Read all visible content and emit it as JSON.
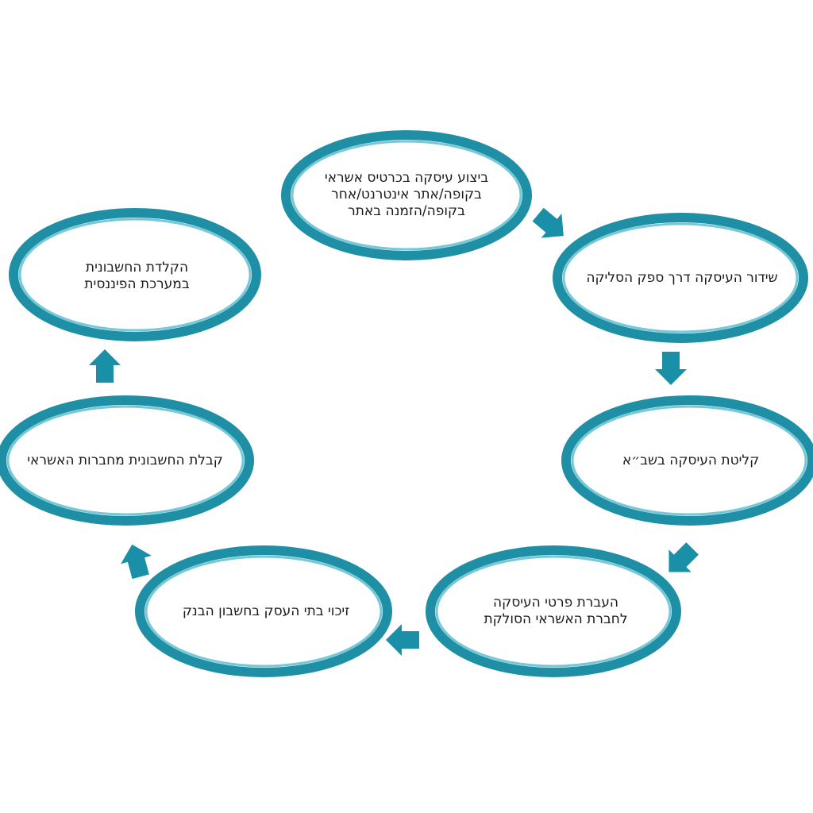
{
  "colors": {
    "ring_outer": "#1f8fa5",
    "ring_inner": "#3bb0c6",
    "arrow": "#1a8fa8",
    "fill": "#ffffff",
    "text": "#1a1a1a"
  },
  "nodes": [
    {
      "id": "step-1",
      "lines": [
        "ביצוע עיסקה בכרטיס אשראי",
        "בקופה/אתר אינטרנט/אחר",
        "בקופה/הזמנה באתר"
      ]
    },
    {
      "id": "step-2",
      "lines": [
        "שידור העיסקה דרך ספק הסליקה"
      ]
    },
    {
      "id": "step-3",
      "lines": [
        "קליטת העיסקה בשב״א"
      ]
    },
    {
      "id": "step-4",
      "lines": [
        "העברת פרטי העיסקה",
        "לחברת האשראי הסולקת"
      ]
    },
    {
      "id": "step-5",
      "lines": [
        "זיכוי בתי העסק בחשבון הבנק"
      ]
    },
    {
      "id": "step-6",
      "lines": [
        "קבלת החשבונית מחברות האשראי"
      ]
    },
    {
      "id": "step-7",
      "lines": [
        "הקלדת החשבונית",
        "במערכת הפיננסית"
      ]
    }
  ],
  "arrows": [
    {
      "from": "step-1",
      "to": "step-2",
      "icon": "arrow-icon"
    },
    {
      "from": "step-2",
      "to": "step-3",
      "icon": "arrow-icon"
    },
    {
      "from": "step-3",
      "to": "step-4",
      "icon": "arrow-icon"
    },
    {
      "from": "step-4",
      "to": "step-5",
      "icon": "arrow-icon"
    },
    {
      "from": "step-5",
      "to": "step-6",
      "icon": "arrow-icon"
    },
    {
      "from": "step-6",
      "to": "step-7",
      "icon": "arrow-icon"
    }
  ]
}
